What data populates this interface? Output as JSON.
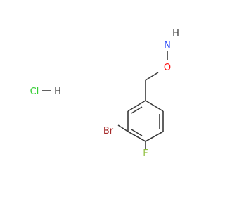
{
  "molecule": {
    "atoms": {
      "hcl_label": "Cl",
      "hcl_h": "H",
      "bromine": "Br",
      "fluorine": "F",
      "oxygen": "O",
      "nitrogen": "N",
      "amine_h": "H"
    },
    "colors": {
      "bond": "#3a3a3a",
      "chlorine": "#32cd32",
      "bromine": "#a52a2a",
      "fluorine": "#90c040",
      "oxygen": "#ff0d0d",
      "nitrogen": "#3050f8",
      "hydrogen": "#3a3a3a"
    }
  }
}
